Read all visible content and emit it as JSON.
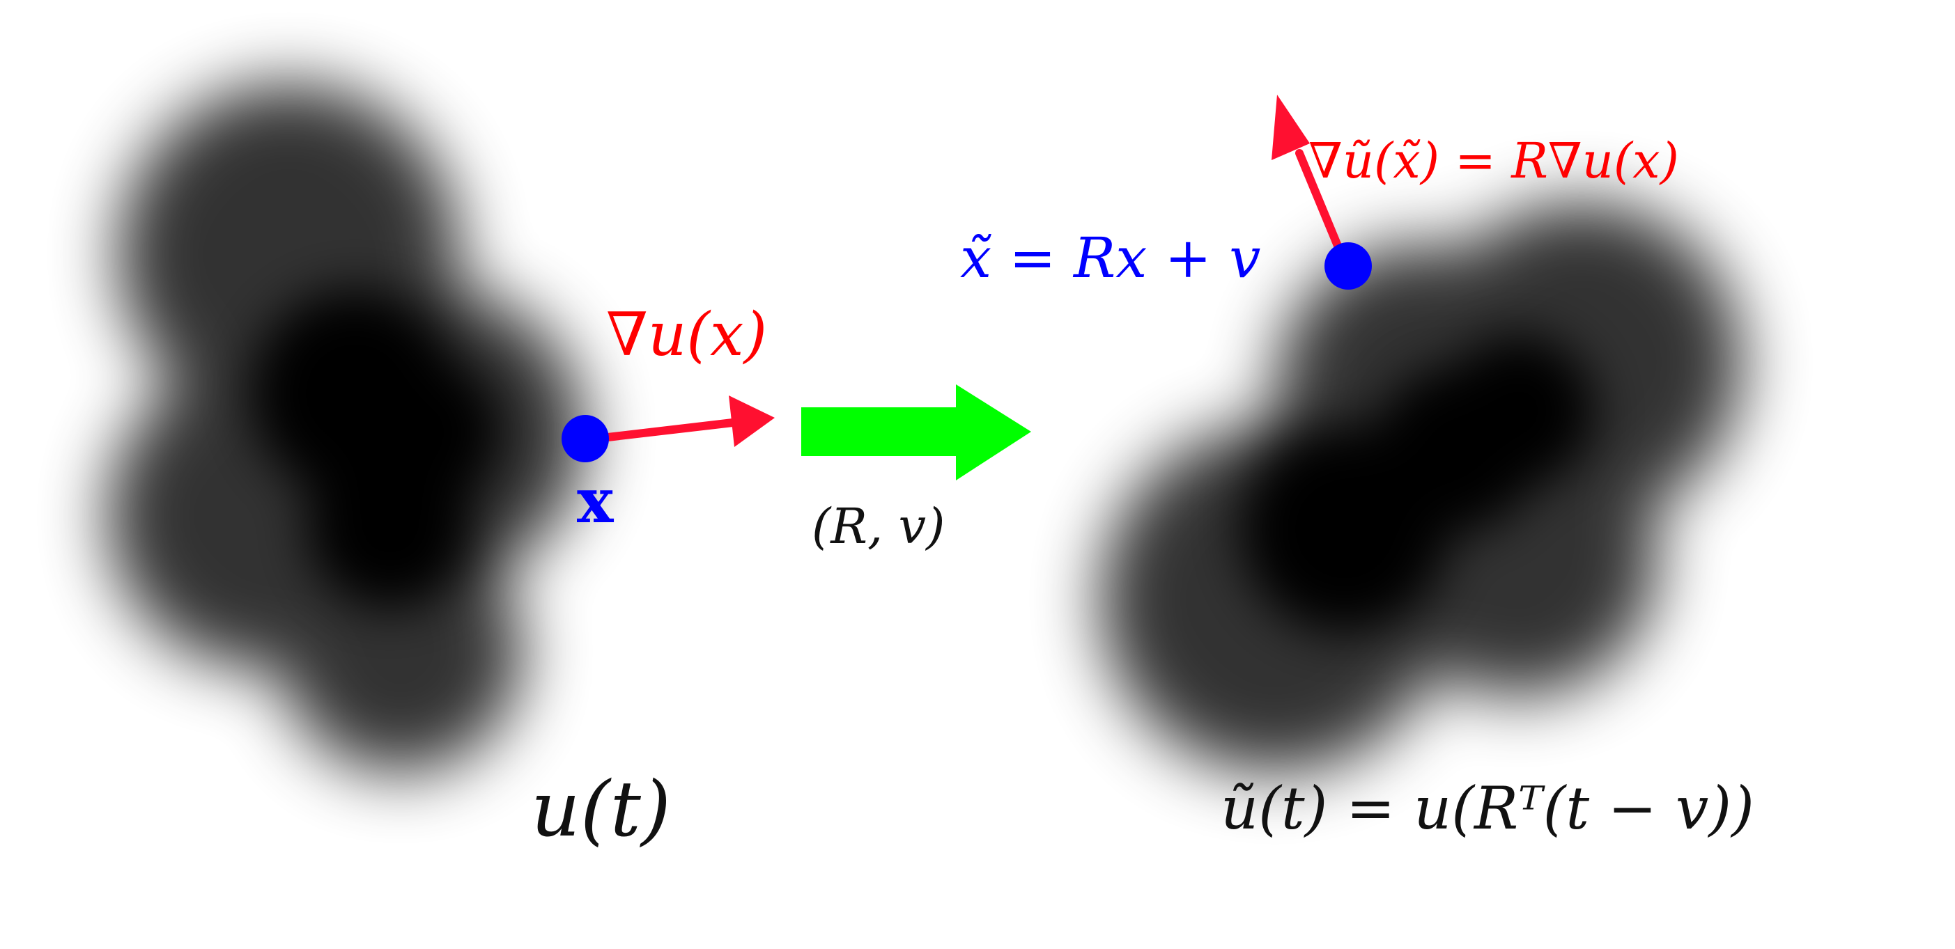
{
  "labels": {
    "gradient_original": "∇u(x)",
    "point_original": "x",
    "transform": "(R, v)",
    "function_original": "u(t)",
    "point_transformed": "x̃ = Rx + v",
    "gradient_transformed": "∇ũ(x̃) = R∇u(x)",
    "function_transformed": "ũ(t) = u(Rᵀ(t − v))"
  },
  "colors": {
    "background": "#ffffff",
    "blob": "#000000",
    "point": "#0000ff",
    "gradient_arrow": "#ff1030",
    "transform_arrow": "#00ff00",
    "text_black": "#111111",
    "text_red": "#ff0000",
    "text_blue": "#0000ff"
  }
}
